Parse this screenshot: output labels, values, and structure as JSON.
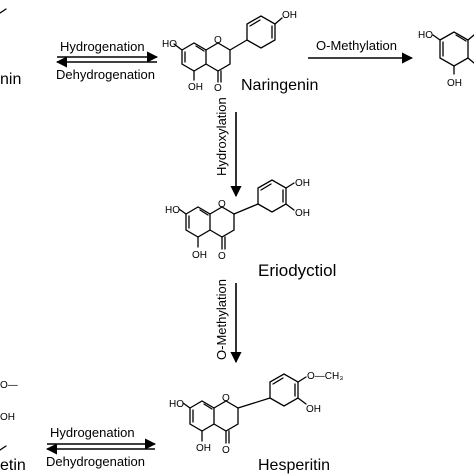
{
  "compounds": {
    "naringenin": "Naringenin",
    "eriodyctiol": "Eriodyctiol",
    "hesperitin": "Hesperitin",
    "left_top_partial": "nin",
    "left_bottom_partial": "etin"
  },
  "reactions": {
    "top_forward": "Hydrogenation",
    "top_reverse": "Dehydrogenation",
    "top_right": "O-Methylation",
    "vertical_top": "Hydroxylation",
    "vertical_bottom": "O-Methylation",
    "bottom_forward": "Hydrogenation",
    "bottom_reverse": "Dehydrogenation"
  },
  "atoms": {
    "oh": "OH",
    "ho": "HO",
    "o": "O",
    "och3": "O—CH₃",
    "o_dash": "O—"
  }
}
